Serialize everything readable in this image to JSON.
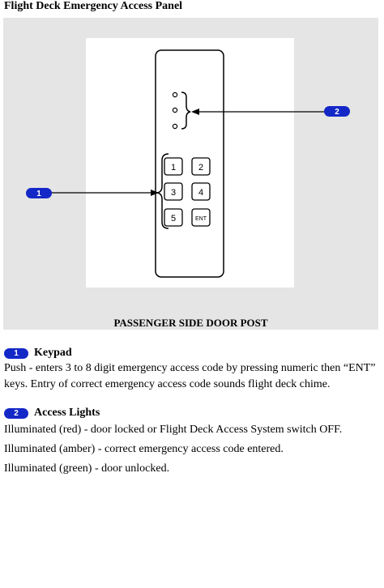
{
  "title": "Flight Deck Emergency Access Panel",
  "figure": {
    "caption": "PASSENGER SIDE DOOR POST",
    "keys": [
      "1",
      "2",
      "3",
      "4",
      "5",
      "ENT"
    ],
    "callouts": [
      "1",
      "2"
    ]
  },
  "sections": [
    {
      "number": "1",
      "heading": "Keypad",
      "lines": [
        "Push - enters 3 to 8 digit emergency access code by pressing numeric then “ENT” keys. Entry of correct emergency access code sounds flight deck chime."
      ]
    },
    {
      "number": "2",
      "heading": "Access Lights",
      "lines": [
        "Illuminated (red) - door locked or Flight Deck Access System switch OFF.",
        "Illuminated (amber) - correct emergency access code entered.",
        "Illuminated (green) - door unlocked."
      ]
    }
  ],
  "colors": {
    "callout": "#1428c8",
    "figure_bg": "#e5e5e5",
    "panel_bg": "#ffffff"
  }
}
